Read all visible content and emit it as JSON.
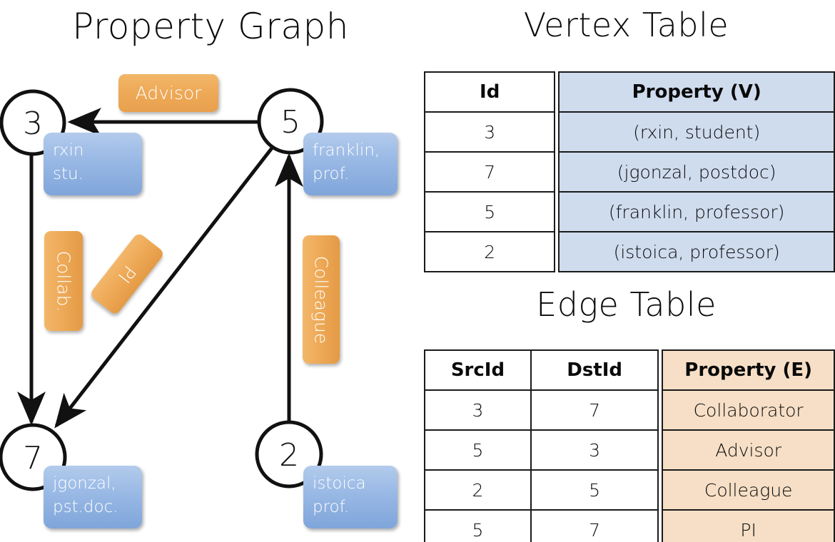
{
  "titles": {
    "property_graph": "Property Graph",
    "vertex_table": "Vertex Table",
    "edge_table": "Edge Table"
  },
  "graph": {
    "nodes": [
      {
        "id": "3",
        "label": "3",
        "property": "rxin\nstu."
      },
      {
        "id": "5",
        "label": "5",
        "property": "franklin,\nprof."
      },
      {
        "id": "7",
        "label": "7",
        "property": "jgonzal,\npst.doc."
      },
      {
        "id": "2",
        "label": "2",
        "property": "istoica\nprof."
      }
    ],
    "edge_labels": [
      {
        "name": "advisor",
        "text": "Advisor"
      },
      {
        "name": "collab",
        "text": "Collab."
      },
      {
        "name": "pi",
        "text": "PI"
      },
      {
        "name": "colleague",
        "text": "Colleague"
      }
    ]
  },
  "vertex_table": {
    "headers": [
      "Id",
      "Property (V)"
    ],
    "rows": [
      {
        "id": "3",
        "property": "(rxin, student)"
      },
      {
        "id": "7",
        "property": "(jgonzal, postdoc)"
      },
      {
        "id": "5",
        "property": "(franklin, professor)"
      },
      {
        "id": "2",
        "property": "(istoica, professor)"
      }
    ]
  },
  "edge_table": {
    "headers": [
      "SrcId",
      "DstId",
      "Property (E)"
    ],
    "rows": [
      {
        "src": "3",
        "dst": "7",
        "property": "Collaborator"
      },
      {
        "src": "5",
        "dst": "3",
        "property": "Advisor"
      },
      {
        "src": "2",
        "dst": "5",
        "property": "Colleague"
      },
      {
        "src": "5",
        "dst": "7",
        "property": "PI"
      }
    ]
  },
  "colors": {
    "vertex_property_fill": "#cfdcee",
    "edge_property_fill": "#f6dfc6",
    "vertex_box_blue": "#9cbbe6",
    "edge_box_orange": "#eeaa58",
    "stroke": "#111111"
  }
}
